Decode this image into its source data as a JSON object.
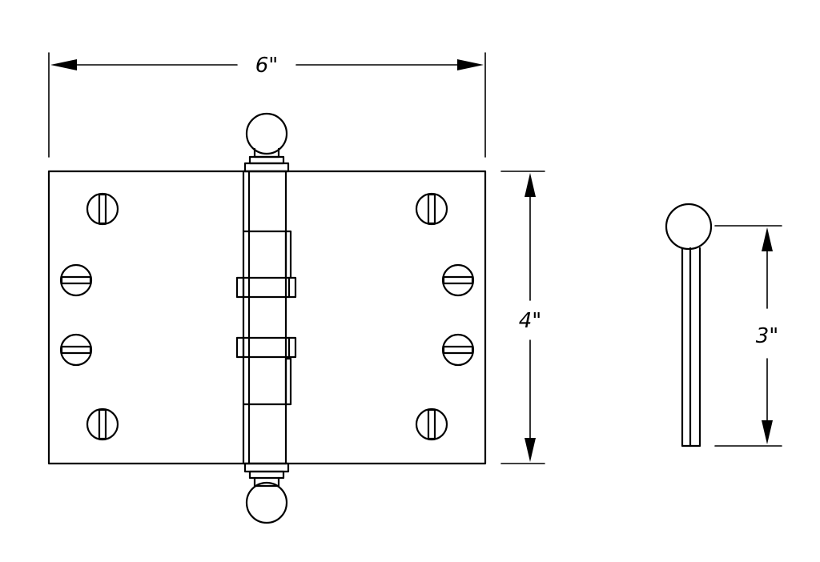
{
  "dimensions": {
    "width_label": "6\"",
    "height_label": "4\"",
    "pin_length_label": "3\""
  },
  "colors": {
    "line": "#000000",
    "background": "#ffffff"
  }
}
